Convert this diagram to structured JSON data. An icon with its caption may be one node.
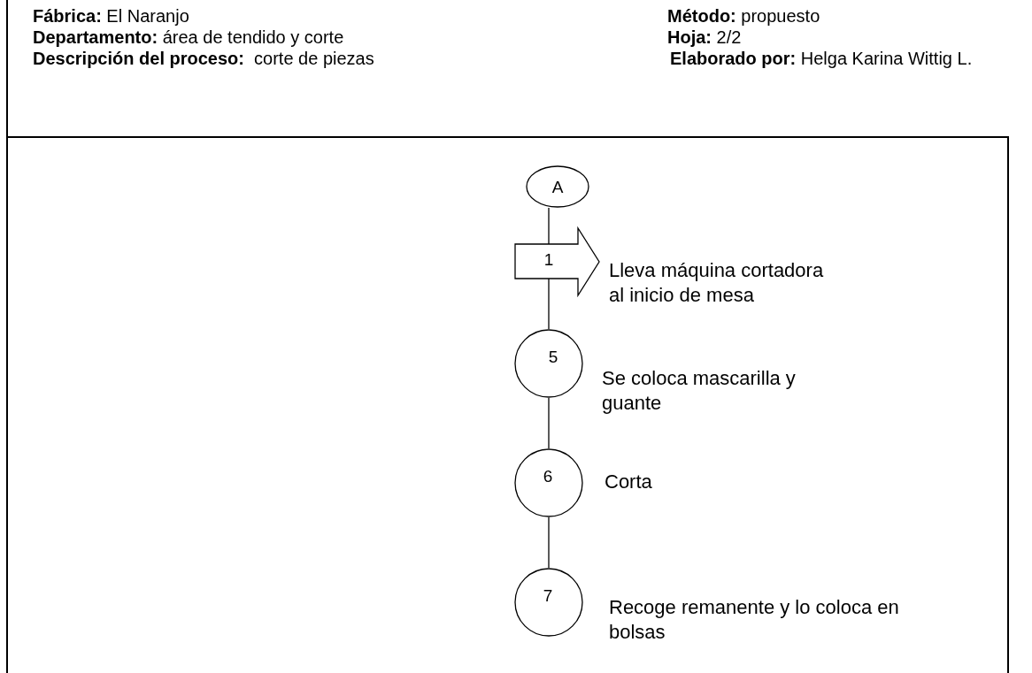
{
  "diagram": {
    "nodes": [
      {
        "text": [
          "A"
        ]
      },
      {
        "text": [
          "1"
        ],
        "beside": [
          "Lleva máquina cortadora al inicio de mesa"
        ]
      },
      {
        "text": [
          "5"
        ],
        "beside": [
          "Se coloca mascarilla y guante"
        ]
      },
      {
        "text": [
          "6"
        ],
        "beside": [
          "Corta"
        ]
      },
      {
        "text": [
          "7"
        ],
        "beside": [
          "Recoge remanente y lo coloca en bolsas"
        ]
      }
    ],
    "edges": [
      {
        "from": 0,
        "to": 1,
        "arrow": "none"
      },
      {
        "from": 1,
        "to": 2,
        "arrow": "none"
      },
      {
        "from": 2,
        "to": 3,
        "arrow": "none"
      },
      {
        "from": 3,
        "to": 4,
        "arrow": "none"
      }
    ],
    "labels": [
      "**Fábrica:** El Naranjo",
      "**Método:** propuesto",
      "**Departamento:** área de tendido y corte",
      "**Hoja:** 2/2",
      "**Descripción del proceso:**  corte de piezas",
      "**Elaborado por:** Helga Karina Wittig L."
    ]
  }
}
